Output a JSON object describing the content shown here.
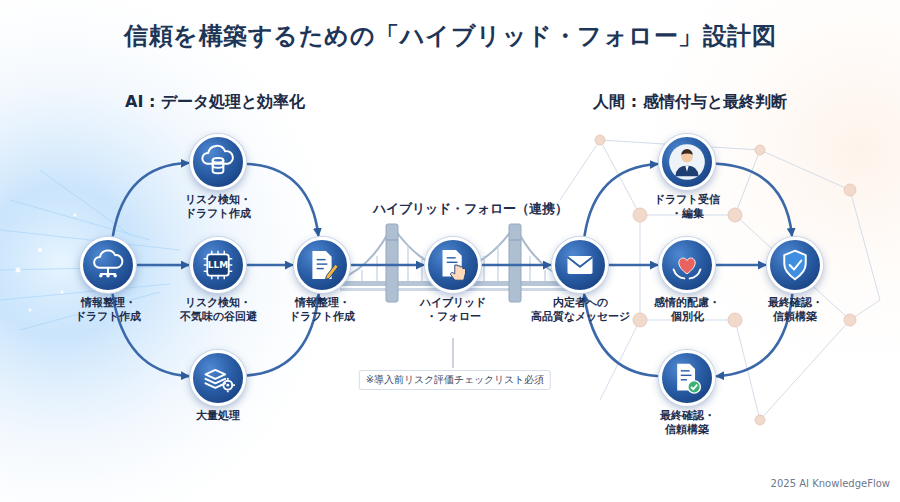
{
  "diagram": {
    "title": "信頼を構築するための「ハイブリッド・フォロー」設計図",
    "nodes": [
      {
        "text": [
          "情報整理・ ドラフト作成"
        ]
      },
      {
        "text": [
          "リスク検知・ ドラフト作成"
        ]
      },
      {
        "text": [
          "LLM",
          "リスク検知・ 不気味の谷回避"
        ]
      },
      {
        "text": [
          "大量処理"
        ]
      },
      {
        "text": [
          "情報整理・ ドラフト作成"
        ]
      },
      {
        "text": [
          "ハイブリッド ・フォロー"
        ]
      },
      {
        "text": [
          "内定者への 高品質なメッセージ"
        ]
      },
      {
        "text": [
          "ドラフト受信 ・編集"
        ]
      },
      {
        "text": [
          "感情的配慮・ 個別化"
        ]
      },
      {
        "text": [
          "最終確認・ 信頼構築"
        ]
      },
      {
        "text": [
          "最終確認・ 信頼構築"
        ]
      }
    ],
    "edges": [
      {
        "from": 0,
        "to": 1,
        "arrow": "to"
      },
      {
        "from": 0,
        "to": 2,
        "arrow": "to"
      },
      {
        "from": 0,
        "to": 3,
        "arrow": "to"
      },
      {
        "from": 1,
        "to": 4,
        "arrow": "to"
      },
      {
        "from": 2,
        "to": 4,
        "arrow": "to"
      },
      {
        "from": 3,
        "to": 4,
        "arrow": "to"
      },
      {
        "from": 4,
        "to": 5,
        "arrow": "to"
      },
      {
        "from": 5,
        "to": 6,
        "arrow": "to"
      },
      {
        "from": 6,
        "to": 7,
        "arrow": "to"
      },
      {
        "from": 6,
        "to": 8,
        "arrow": "to"
      },
      {
        "from": 7,
        "to": 9,
        "arrow": "to"
      },
      {
        "from": 8,
        "to": 9,
        "arrow": "to"
      },
      {
        "from": 9,
        "to": 10,
        "arrow": "to"
      },
      {
        "from": 10,
        "to": 6,
        "arrow": "to"
      }
    ],
    "labels": [
      "AI : データ処理と効率化",
      "人間 : 感情付与と最終判断",
      "ハイブリッド・フォロー（連携）",
      "※導入前リスク評価チェックリスト必須",
      "2025 AI KnowledgeFlow"
    ]
  }
}
